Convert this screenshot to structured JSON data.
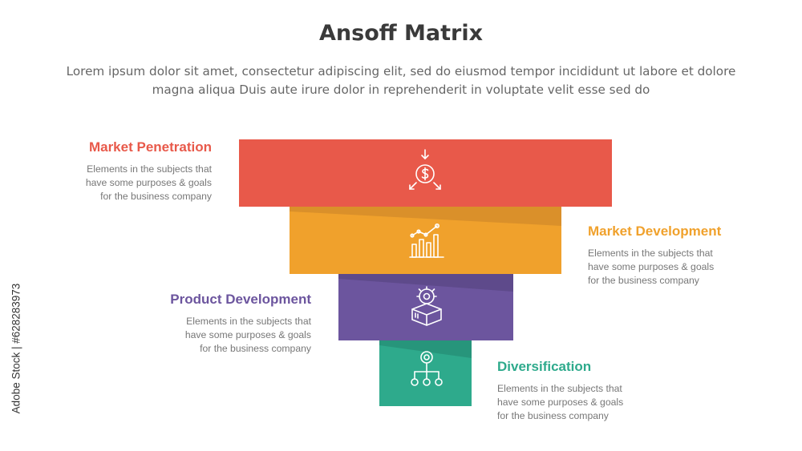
{
  "header": {
    "title": "Ansoff Matrix",
    "subtitle": "Lorem ipsum dolor sit amet, consectetur adipiscing elit, sed do eiusmod tempor incididunt ut labore et dolore magna aliqua Duis aute irure dolor in reprehenderit in voluptate velit esse sed do"
  },
  "steps": [
    {
      "label": "Market Penetration",
      "description": "Elements in the subjects that\nhave  some purposes & goals\nfor the  business company",
      "color": "#E8594A",
      "icon": "dollar-coin-arrows-icon"
    },
    {
      "label": "Market Development",
      "description": "Elements in the subjects that\nhave  some purposes & goals\nfor the  business company",
      "color": "#F0A12C",
      "icon": "bar-chart-growth-icon"
    },
    {
      "label": "Product Development",
      "description": "Elements in the subjects that\nhave  some purposes & goals\nfor the  business company",
      "color": "#6C559E",
      "icon": "gear-box-icon"
    },
    {
      "label": "Diversification",
      "description": "Elements in the subjects that\nhave  some purposes & goals\nfor the  business company",
      "color": "#2EAA8C",
      "icon": "network-hierarchy-icon"
    }
  ],
  "watermark": "Adobe Stock | #628283973"
}
